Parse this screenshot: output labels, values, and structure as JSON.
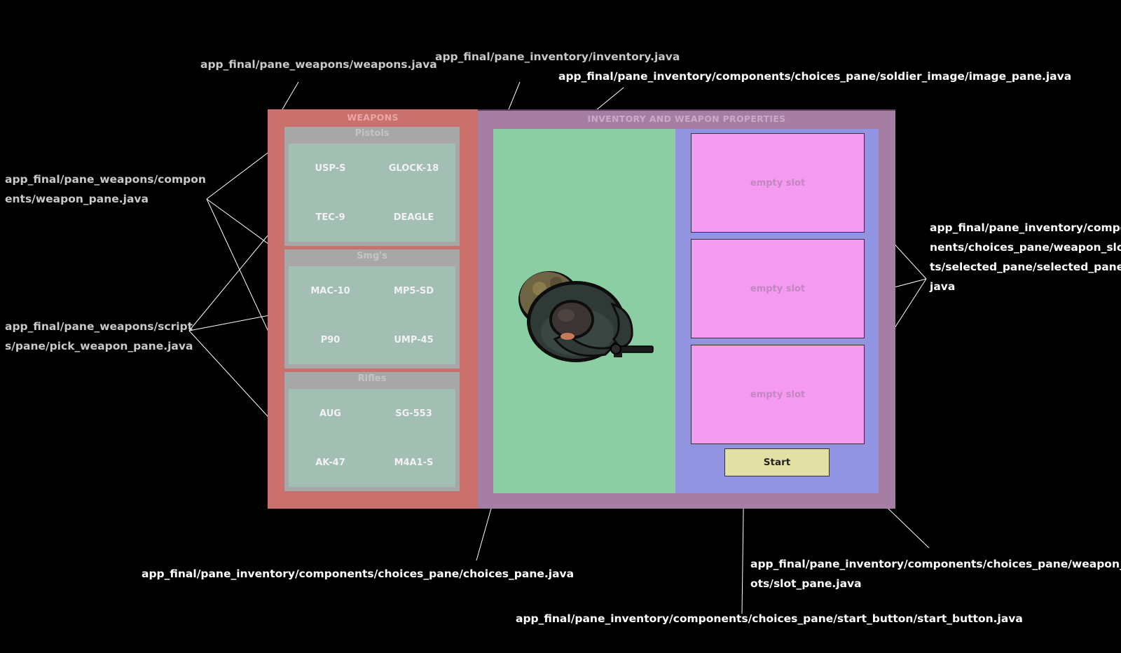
{
  "annotations": {
    "weapons_java": "app_final/pane_weapons/weapons.java",
    "inventory_java": "app_final/pane_inventory/inventory.java",
    "image_pane_java": "app_final/pane_inventory/components/choices_pane/soldier_image/image_pane.java",
    "weapon_pane_java_line1": "app_final/pane_weapons/compon",
    "weapon_pane_java_line2": "ents/weapon_pane.java",
    "pick_weapon_pane_java_line1": "app_final/pane_weapons/script",
    "pick_weapon_pane_java_line2": "s/pane/pick_weapon_pane.java",
    "selected_pane_java_line1": "app_final/pane_inventory/compo",
    "selected_pane_java_line2": "nents/choices_pane/weapon_slo",
    "selected_pane_java_line3": "ts/selected_pane/selected_pane.",
    "selected_pane_java_line4": "java",
    "choices_pane_java": "app_final/pane_inventory/components/choices_pane/choices_pane.java",
    "slot_pane_java_line1": "app_final/pane_inventory/components/choices_pane/weapon_sl",
    "slot_pane_java_line2": "ots/slot_pane.java",
    "start_button_java": "app_final/pane_inventory/components/choices_pane/start_button/start_button.java"
  },
  "weapons_panel": {
    "title": "WEAPONS",
    "groups": [
      {
        "title": "Pistols",
        "items": [
          "USP-S",
          "GLOCK-18",
          "TEC-9",
          "DEAGLE"
        ]
      },
      {
        "title": "Smg's",
        "items": [
          "MAC-10",
          "MP5-SD",
          "P90",
          "UMP-45"
        ]
      },
      {
        "title": "Rifles",
        "items": [
          "AUG",
          "SG-553",
          "AK-47",
          "M4A1-S"
        ]
      }
    ]
  },
  "inventory_panel": {
    "title": "INVENTORY AND WEAPON PROPERTIES",
    "slots": [
      "empty slot",
      "empty slot",
      "empty slot"
    ],
    "start_label": "Start",
    "soldier_image": "soldier-top-down-icon"
  },
  "colors": {
    "background": "#000000",
    "weapons_panel": "#cb716d",
    "inventory_panel": "#a77ea3",
    "image_pane": "#8bcea3",
    "choices_pane": "#9394e1",
    "slot": "#f49af1",
    "start_button": "#e3e0a6",
    "weapon_group": "#a7a7a7",
    "weapon_group_body": "#a3bfb3"
  }
}
